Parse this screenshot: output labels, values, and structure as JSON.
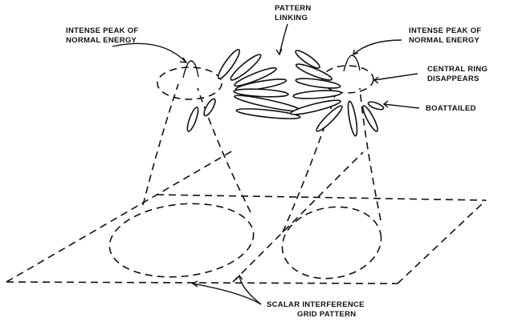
{
  "labels": {
    "peak_left_line1": "INTENSE PEAK OF",
    "peak_left_line2": "NORMAL ENERGY",
    "pattern_line1": "PATTERN",
    "pattern_line2": "LINKING",
    "peak_right_line1": "INTENSE PEAK OF",
    "peak_right_line2": "NORMAL ENERGY",
    "ring_line1": "CENTRAL RING",
    "ring_line2": "DISAPPEARS",
    "boattailed": "BOATTAILED",
    "grid_line1": "SCALAR INTERFERENCE",
    "grid_line2": "GRID PATTERN"
  },
  "colors": {
    "ink": "#111111",
    "paper": "#ffffff"
  }
}
